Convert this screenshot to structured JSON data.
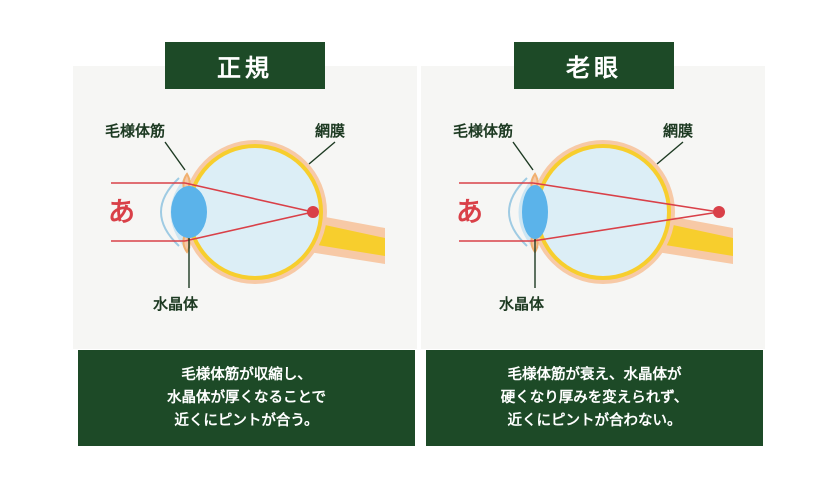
{
  "panels": [
    {
      "title": "正規",
      "labels": {
        "ciliary": "毛様体筋",
        "retina": "網膜",
        "lens": "水晶体",
        "object": "あ"
      },
      "caption": [
        "毛様体筋が収縮し、",
        "水晶体が厚くなることで",
        "近くにピントが合う。"
      ]
    },
    {
      "title": "老眼",
      "labels": {
        "ciliary": "毛様体筋",
        "retina": "網膜",
        "lens": "水晶体",
        "object": "あ"
      },
      "caption": [
        "毛様体筋が衰え、水晶体が",
        "硬くなり厚みを変えられず、",
        "近くにピントが合わない。"
      ]
    }
  ],
  "colors": {
    "title_bg": "#1d4a27",
    "caption_bg": "#1d4a27",
    "ray": "#d94048",
    "sclera": "#f7c9a6",
    "choroid": "#f7ce2d",
    "vitreous": "#dceef6",
    "lens": "#5bb3ea",
    "cornea": "#cde6f3"
  }
}
